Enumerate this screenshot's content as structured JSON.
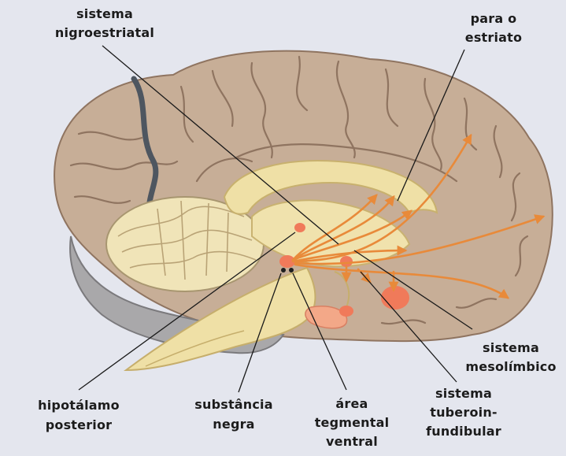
{
  "labels": {
    "nigro": {
      "line1": "sistema",
      "line2": "nigroestriatal"
    },
    "estriato": {
      "line1": "para o",
      "line2": "estriato"
    },
    "mesolimbico": {
      "line1": "sistema",
      "line2": "mesolímbico"
    },
    "hipotalamo": {
      "line1": "hipotálamo",
      "line2": "posterior"
    },
    "substancia": {
      "line1": "substância",
      "line2": "negra"
    },
    "area": {
      "line1": "área",
      "line2": "tegmental",
      "line3": "ventral"
    },
    "tubero": {
      "line1": "sistema",
      "line2": "tuberoin-",
      "line3": "fundibular"
    }
  },
  "colors": {
    "background": "#e4e6ee",
    "cortex": "#c7ae97",
    "cortex_sulci": "#8f7460",
    "inner": "#efe0a6",
    "cerebellum": "#f0e4b8",
    "brainstem": "#a9a8aa",
    "pathway": "#e88a3a",
    "nucleus": "#f07a5a",
    "leader": "#1a1a1a"
  }
}
